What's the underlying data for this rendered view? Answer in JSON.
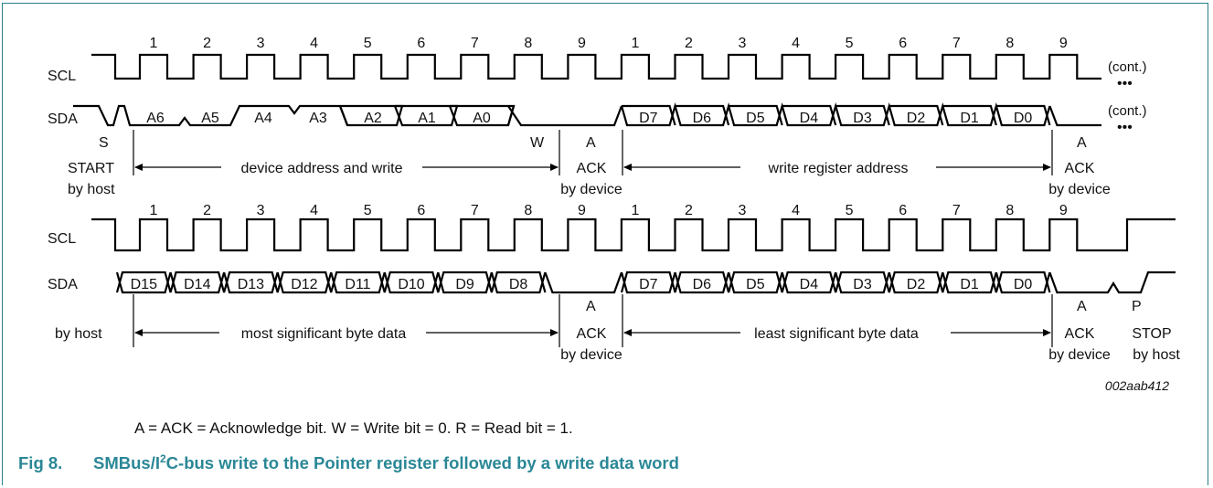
{
  "figure": {
    "number": "Fig 8.",
    "title_part1": "SMBus/I",
    "title_sup": "2",
    "title_part2": "C-bus write to the Pointer register followed by a write data word",
    "reference": "002aab412"
  },
  "note": "A = ACK = Acknowledge bit. W = Write bit = 0. R = Read bit = 1.",
  "signals": {
    "scl": "SCL",
    "sda": "SDA",
    "cont": "(cont.)",
    "dots": "•••"
  },
  "clock_numbers": [
    "1",
    "2",
    "3",
    "4",
    "5",
    "6",
    "7",
    "8",
    "9",
    "1",
    "2",
    "3",
    "4",
    "5",
    "6",
    "7",
    "8",
    "9"
  ],
  "row1": {
    "start_bit": "S",
    "addr_bits": [
      "A6",
      "A5",
      "A4",
      "A3",
      "A2",
      "A1",
      "A0"
    ],
    "rw_bit": "W",
    "ack1": "A",
    "reg_bits": [
      "D7",
      "D6",
      "D5",
      "D4",
      "D3",
      "D2",
      "D1",
      "D0"
    ],
    "ack2": "A",
    "start_label_1": "START",
    "start_label_2": "by host",
    "span1": "device address and write",
    "span2": "write register address",
    "ack_label_1": "ACK",
    "ack_label_2": "by device"
  },
  "row2": {
    "msb_bits": [
      "D15",
      "D14",
      "D13",
      "D12",
      "D11",
      "D10",
      "D9",
      "D8"
    ],
    "lsb_bits": [
      "D7",
      "D6",
      "D5",
      "D4",
      "D3",
      "D2",
      "D1",
      "D0"
    ],
    "ack1": "A",
    "ack2": "A",
    "stop_bit": "P",
    "host_label": "by host",
    "span1": "most significant byte data",
    "span2": "least significant byte data",
    "ack_label_1": "ACK",
    "ack_label_2": "by device",
    "stop_label_1": "STOP",
    "stop_label_2": "by host"
  }
}
